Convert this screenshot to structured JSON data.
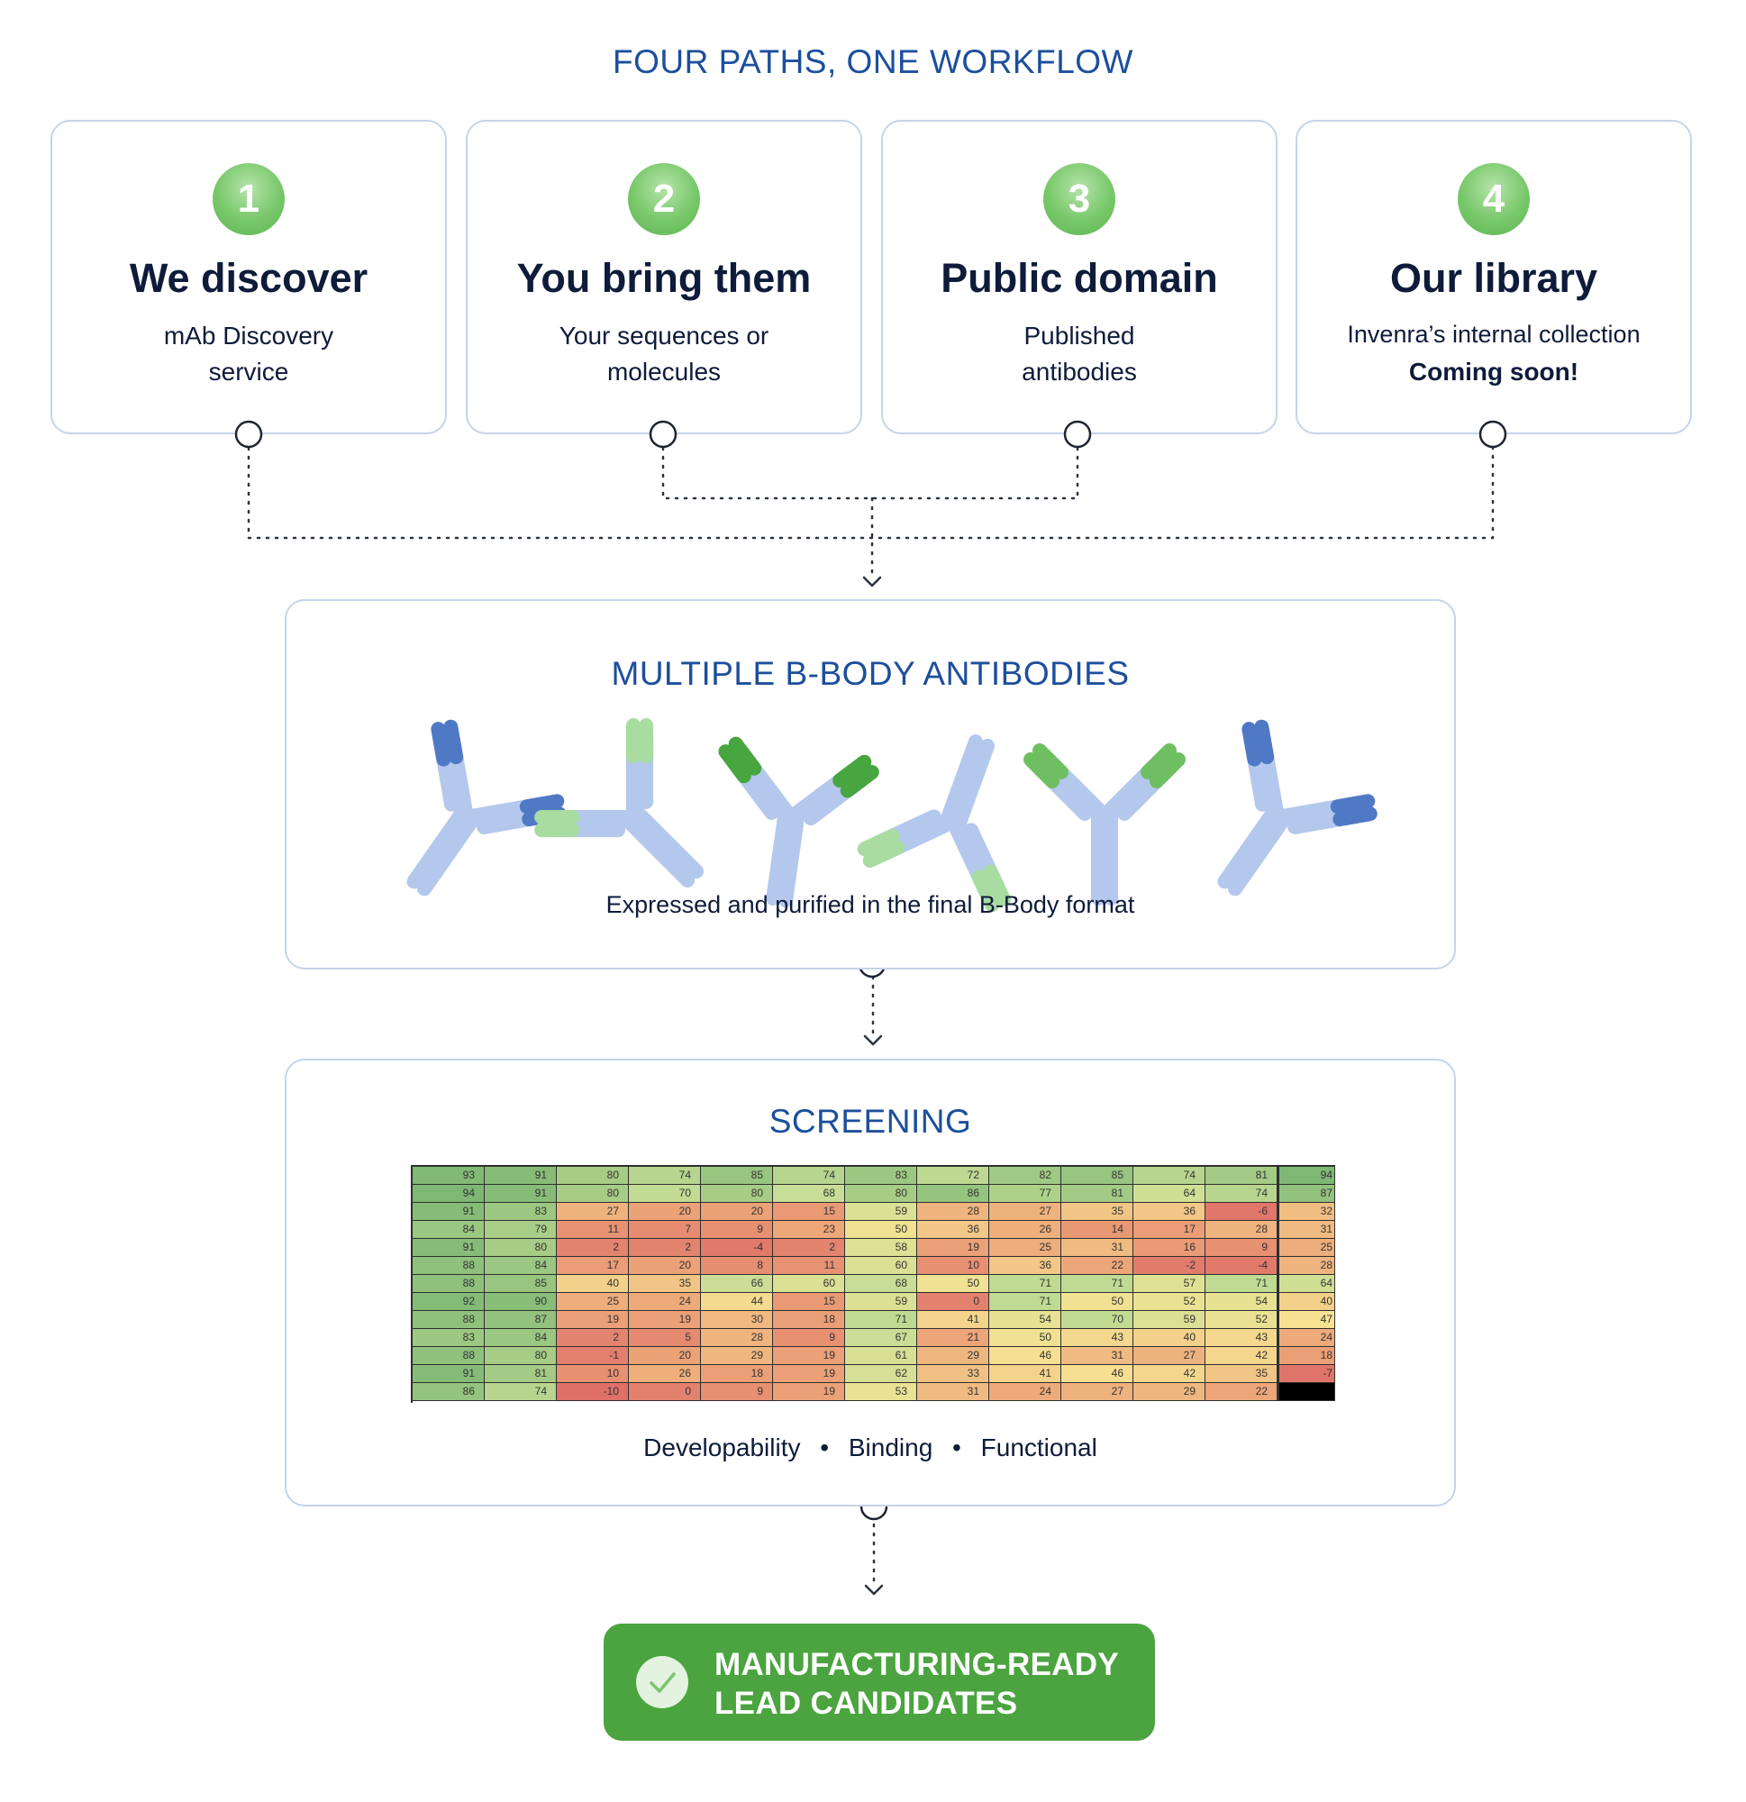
{
  "header": {
    "title": "FOUR PATHS, ONE WORKFLOW"
  },
  "paths": [
    {
      "number": "1",
      "title": "We discover",
      "subtitle_line1": "mAb Discovery",
      "subtitle_line2": "service",
      "note": ""
    },
    {
      "number": "2",
      "title": "You bring them",
      "subtitle_line1": "Your sequences or",
      "subtitle_line2": "molecules",
      "note": ""
    },
    {
      "number": "3",
      "title": "Public domain",
      "subtitle_line1": "Published",
      "subtitle_line2": "antibodies",
      "note": ""
    },
    {
      "number": "4",
      "title": "Our library",
      "subtitle_line1": "Invenra’s internal collection",
      "subtitle_line2": "",
      "note": "Coming soon!"
    }
  ],
  "antibodies": {
    "title": "MULTIPLE B-BODY ANTIBODIES",
    "caption": "Expressed and purified in the final B-Body format",
    "icons": [
      "antibody-icon-blue-tips",
      "antibody-icon-light-green-tips",
      "antibody-icon-green-tips",
      "antibody-icon-light-green-tips",
      "antibody-icon-green-tips",
      "antibody-icon-blue-tips"
    ]
  },
  "screening": {
    "title": "SCREENING",
    "criteria": [
      "Developability",
      "Binding",
      "Functional"
    ],
    "separator": "•",
    "heatmap": [
      [
        "93",
        "91",
        "80",
        "74",
        "85",
        "74",
        "83",
        "72",
        "82",
        "85",
        "74",
        "81",
        "94"
      ],
      [
        "94",
        "91",
        "80",
        "70",
        "80",
        "68",
        "80",
        "86",
        "77",
        "81",
        "64",
        "74",
        "87"
      ],
      [
        "91",
        "83",
        "27",
        "20",
        "20",
        "15",
        "59",
        "28",
        "27",
        "35",
        "36",
        "-6",
        "32"
      ],
      [
        "84",
        "79",
        "11",
        "7",
        "9",
        "23",
        "50",
        "36",
        "26",
        "14",
        "17",
        "28",
        "31"
      ],
      [
        "91",
        "80",
        "2",
        "2",
        "-4",
        "2",
        "58",
        "19",
        "25",
        "31",
        "16",
        "9",
        "25"
      ],
      [
        "88",
        "84",
        "17",
        "20",
        "8",
        "11",
        "60",
        "10",
        "36",
        "22",
        "-2",
        "-4",
        "28"
      ],
      [
        "88",
        "85",
        "40",
        "35",
        "66",
        "60",
        "68",
        "50",
        "71",
        "71",
        "57",
        "71",
        "64"
      ],
      [
        "92",
        "90",
        "25",
        "24",
        "44",
        "15",
        "59",
        "0",
        "71",
        "50",
        "52",
        "54",
        "40"
      ],
      [
        "88",
        "87",
        "19",
        "19",
        "30",
        "18",
        "71",
        "41",
        "54",
        "70",
        "59",
        "52",
        "47"
      ],
      [
        "83",
        "84",
        "2",
        "5",
        "28",
        "9",
        "67",
        "21",
        "50",
        "43",
        "40",
        "43",
        "24"
      ],
      [
        "88",
        "80",
        "-1",
        "20",
        "29",
        "19",
        "61",
        "29",
        "46",
        "31",
        "27",
        "42",
        "18"
      ],
      [
        "91",
        "81",
        "10",
        "26",
        "18",
        "19",
        "62",
        "33",
        "41",
        "46",
        "42",
        "35",
        "-7"
      ],
      [
        "86",
        "74",
        "-10",
        "0",
        "9",
        "19",
        "53",
        "31",
        "24",
        "27",
        "29",
        "22",
        ""
      ]
    ]
  },
  "result": {
    "line1": "MANUFACTURING-READY",
    "line2": "LEAD CANDIDATES",
    "icon": "check-icon"
  },
  "colors": {
    "heading_blue": "#1c4f9c",
    "badge_green": "#78c86a",
    "result_green": "#4ba43f",
    "card_border": "#c5d4ea",
    "antibody_light_blue": "#b3c8ec",
    "antibody_blue": "#4f79c4",
    "antibody_green": "#48a640"
  }
}
